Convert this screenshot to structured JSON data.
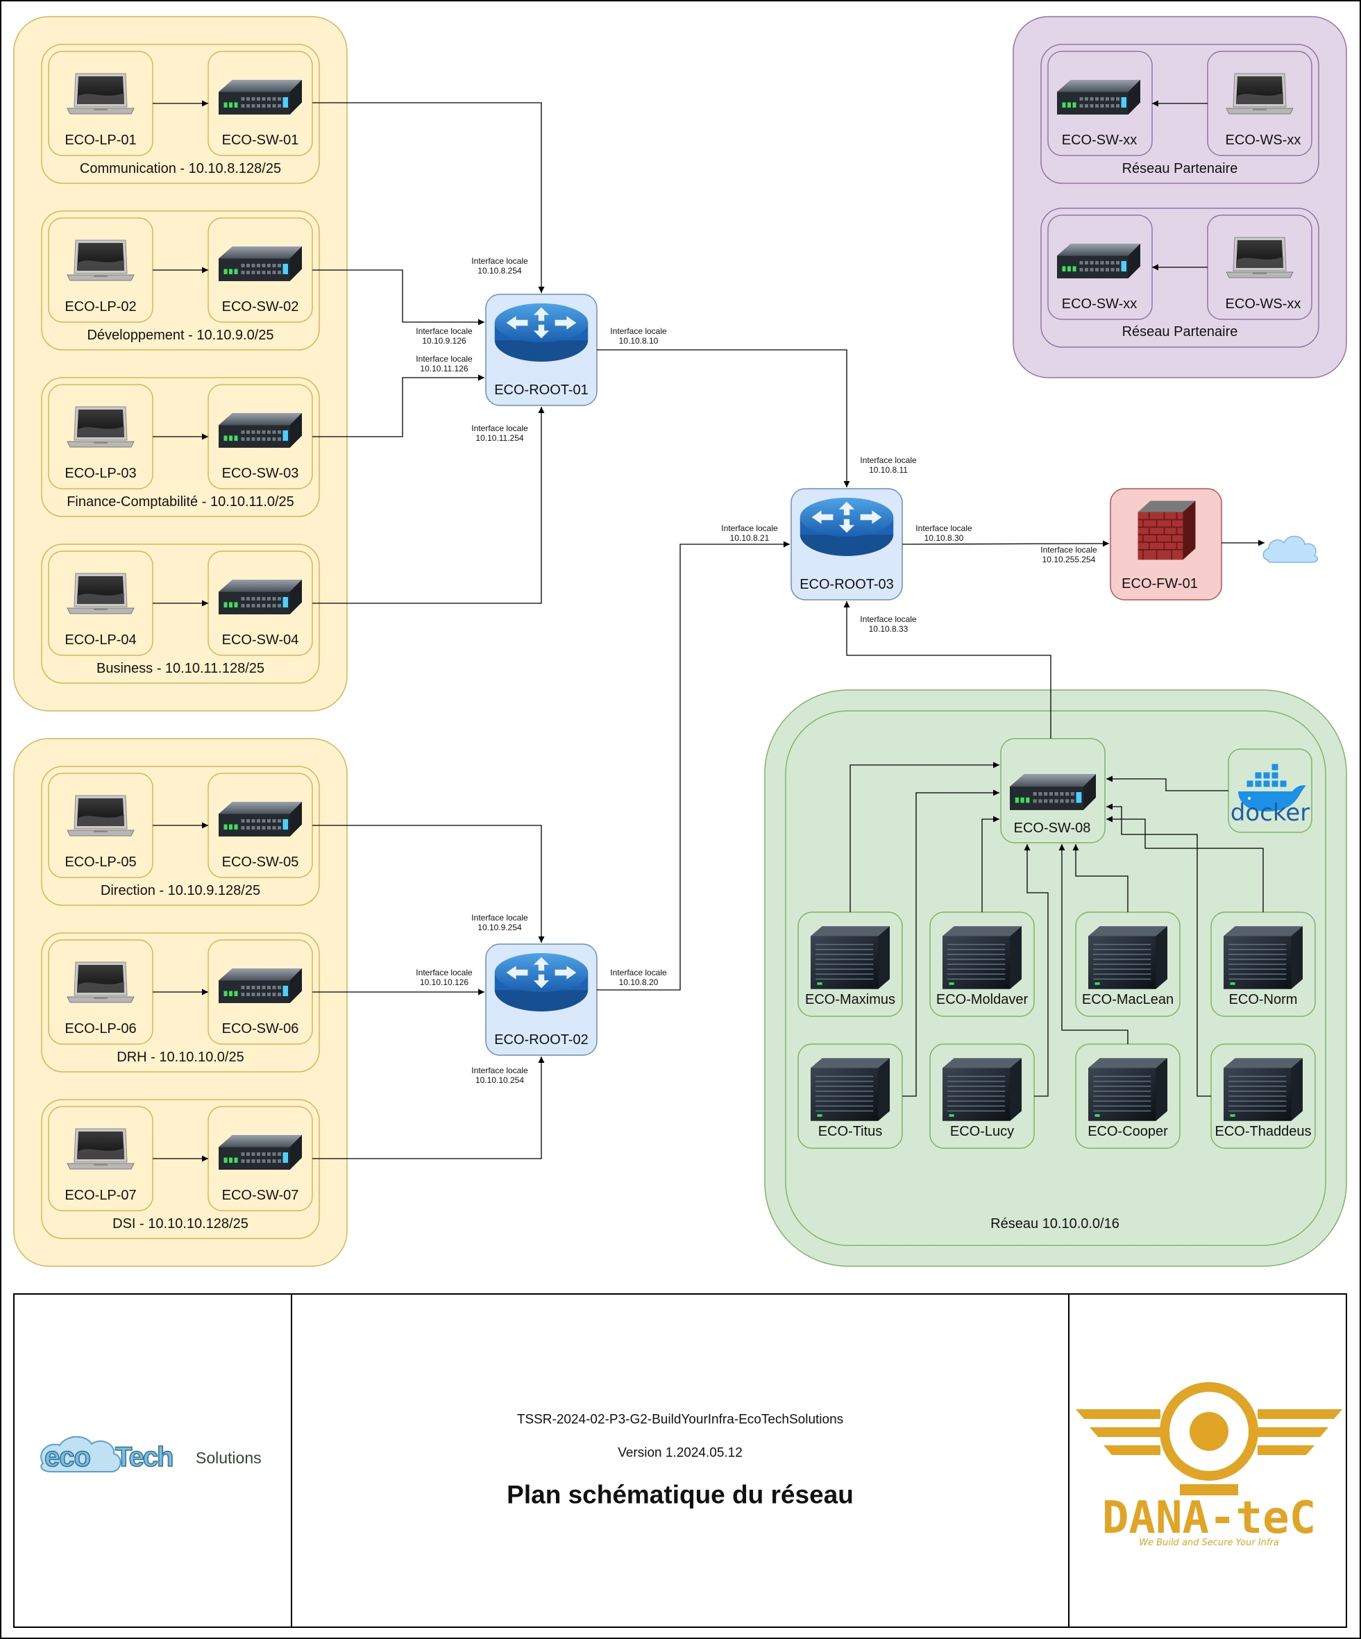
{
  "groups_a": [
    {
      "name": "Communication - 10.10.8.128/25",
      "lp": "ECO-LP-01",
      "sw": "ECO-SW-01"
    },
    {
      "name": "Développement - 10.10.9.0/25",
      "lp": "ECO-LP-02",
      "sw": "ECO-SW-02"
    },
    {
      "name": "Finance-Comptabilité - 10.10.11.0/25",
      "lp": "ECO-LP-03",
      "sw": "ECO-SW-03"
    },
    {
      "name": "Business - 10.10.11.128/25",
      "lp": "ECO-LP-04",
      "sw": "ECO-SW-04"
    }
  ],
  "groups_b": [
    {
      "name": "Direction - 10.10.9.128/25",
      "lp": "ECO-LP-05",
      "sw": "ECO-SW-05"
    },
    {
      "name": "DRH - 10.10.10.0/25",
      "lp": "ECO-LP-06",
      "sw": "ECO-SW-06"
    },
    {
      "name": "DSI - 10.10.10.128/25",
      "lp": "ECO-LP-07",
      "sw": "ECO-SW-07"
    }
  ],
  "partners": [
    {
      "name": "Réseau Partenaire",
      "sw": "ECO-SW-xx",
      "ws": "ECO-WS-xx"
    },
    {
      "name": "Réseau Partenaire",
      "sw": "ECO-SW-xx",
      "ws": "ECO-WS-xx"
    }
  ],
  "routers": {
    "r1": "ECO-ROOT-01",
    "r2": "ECO-ROOT-02",
    "r3": "ECO-ROOT-03"
  },
  "firewall": "ECO-FW-01",
  "server_net": {
    "name": "Réseau 10.10.0.0/16",
    "switch": "ECO-SW-08",
    "docker": "docker",
    "servers": [
      "ECO-Maximus",
      "ECO-Moldaver",
      "ECO-MacLean",
      "ECO-Norm",
      "ECO-Titus",
      "ECO-Lucy",
      "ECO-Cooper",
      "ECO-Thaddeus"
    ]
  },
  "interfaces": {
    "title": "Interface locale",
    "r1_top": "10.10.8.254",
    "r1_left_a": "10.10.9.126",
    "r1_left_b": "10.10.11.126",
    "r1_bottom": "10.10.11.254",
    "r1_right": "10.10.8.10",
    "r3_top": "10.10.8.11",
    "r3_left": "10.10.8.21",
    "r3_right": "10.10.8.30",
    "r3_bottom": "10.10.8.33",
    "fw_left": "10.10.255.254",
    "r2_top": "10.10.9.254",
    "r2_left": "10.10.10.126",
    "r2_bottom": "10.10.10.254",
    "r2_right": "10.10.8.20"
  },
  "title_block": {
    "project": "TSSR-2024-02-P3-G2-BuildYourInfra-EcoTechSolutions",
    "version": "Version 1.2024.05.12",
    "title": "Plan schématique du réseau",
    "left_logo": "ecoTechSolutions",
    "right_logo": "DANA-teC",
    "right_tagline": "We Build and Secure Your Infra"
  },
  "colors": {
    "yellow_fill": "#fff2cc",
    "yellow_stroke": "#d6b656",
    "purple_fill": "#e1d5e7",
    "purple_stroke": "#9673a6",
    "green_fill": "#d5e8d4",
    "green_stroke": "#82b366",
    "blue_fill": "#dae8fc",
    "blue_stroke": "#6c8ebf",
    "red_fill": "#f8cecc",
    "red_stroke": "#b85450",
    "logo_gold": "#e0a526"
  }
}
